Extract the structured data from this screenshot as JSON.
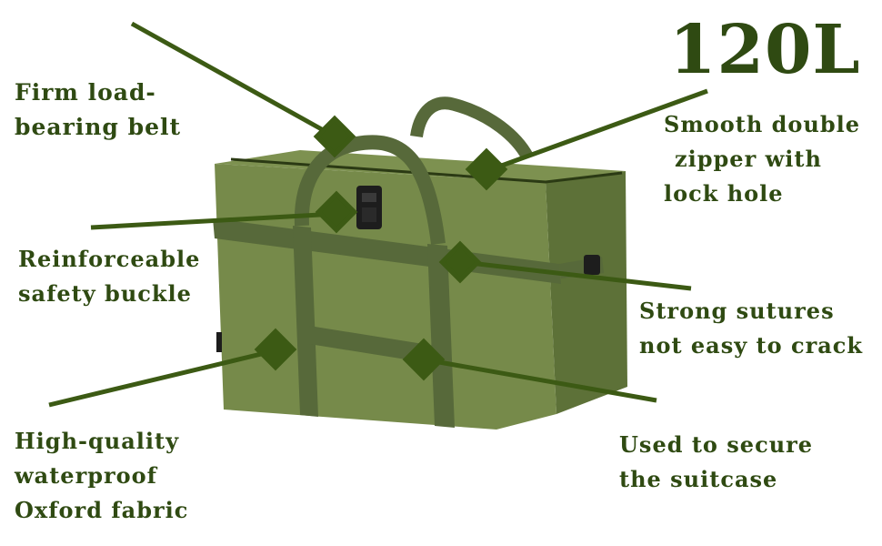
{
  "capacity": "120L",
  "colors": {
    "text": "#2f4a12",
    "pointer": "#3c5a14",
    "bag_body": "#6f8445",
    "bag_front": "#768a4a",
    "bag_side": "#5d7138",
    "bag_top": "#7d9150",
    "strap": "#57693a",
    "buckle": "#1d1d1d"
  },
  "features": [
    {
      "id": "load-belt",
      "lines": [
        "Firm load-",
        "bearing belt"
      ]
    },
    {
      "id": "zipper",
      "lines": [
        "Smooth double",
        "zipper with",
        "lock hole"
      ]
    },
    {
      "id": "buckle",
      "lines": [
        "Reinforceable",
        "safety buckle"
      ]
    },
    {
      "id": "sutures",
      "lines": [
        "Strong sutures",
        "not easy to crack"
      ]
    },
    {
      "id": "fabric",
      "lines": [
        "High-quality",
        "waterproof",
        "Oxford fabric"
      ]
    },
    {
      "id": "secure",
      "lines": [
        "Used to secure",
        "the suitcase"
      ]
    }
  ]
}
